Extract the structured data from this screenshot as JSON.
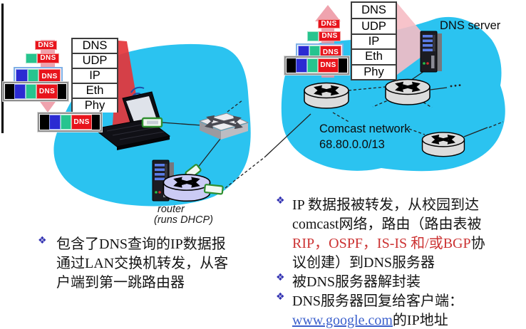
{
  "diagram": {
    "protocol_stack_left": [
      "DNS",
      "UDP",
      "IP",
      "Eth",
      "Phy"
    ],
    "protocol_stack_right": [
      "DNS",
      "UDP",
      "IP",
      "Eth",
      "Phy"
    ],
    "packet_label": "DNS",
    "dns_server_label": "DNS server",
    "comcast_label_line1": "Comcast network",
    "comcast_label_line2": "68.80.0.0/13",
    "router_label_line1": "router",
    "router_label_line2": "(runs DHCP)"
  },
  "bullets": {
    "marker": "❖",
    "left_item1": {
      "line1": "包含了DNS查询的IP数据报",
      "line2": "通过LAN交换机转发，从客",
      "line3": "户端到第一跳路由器"
    },
    "right_item1": {
      "line1": "IP 数据报被转发，从校园到达",
      "line2": "comcast网络，路由（路由表被",
      "line3_red": "RIP，OSPF，IS-IS 和/或BGP",
      "line3_tail": "协",
      "line4": "议创建）到DNS服务器"
    },
    "right_item2": "被DNS服务器解封装",
    "right_item3": {
      "line1": "DNS服务器回复给客户端：",
      "link": "www.google.com",
      "tail": "的IP地址"
    }
  },
  "colors": {
    "cloud": "#2bc3f0",
    "packet_red": "#e8141c",
    "packet_green": "#27c48f",
    "packet_blue": "#2b2bd2",
    "arrow_pink": "#ec93a0",
    "beam_red": "#e4353a",
    "beam_pink": "#f6bcc4",
    "emphasis_red_text": "#cc3333",
    "link_blue": "#3a5fcc",
    "bullet_marker": "#3232b2"
  }
}
